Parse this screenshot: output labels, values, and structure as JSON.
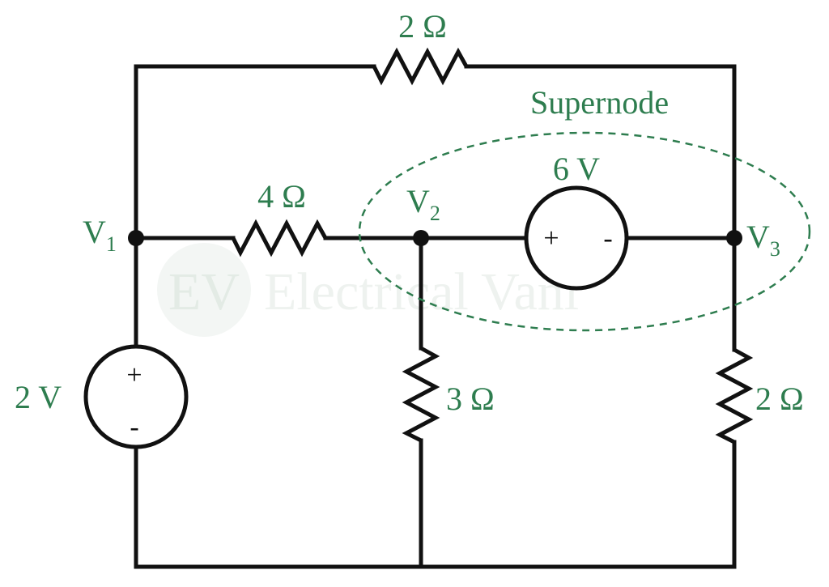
{
  "colors": {
    "label": "#2e7d4f",
    "wire": "#111111",
    "supernode_ring": "#2e7d4f",
    "watermark": "#eef2ef"
  },
  "labels": {
    "r_top": "2 Ω",
    "r_mid": "4 Ω",
    "r_center": "3 Ω",
    "r_right": "2 Ω",
    "v_source_left": "2 V",
    "v_source_mid": "6 V",
    "supernode": "Supernode",
    "node1_main": "V",
    "node1_sub": "1",
    "node2_main": "V",
    "node2_sub": "2",
    "node3_main": "V",
    "node3_sub": "3"
  },
  "signs": {
    "src_left_plus": "+",
    "src_left_minus": "-",
    "src_mid_plus": "+",
    "src_mid_minus": "-"
  },
  "watermark": {
    "logo": "EV",
    "text": "Electrical Vani"
  }
}
